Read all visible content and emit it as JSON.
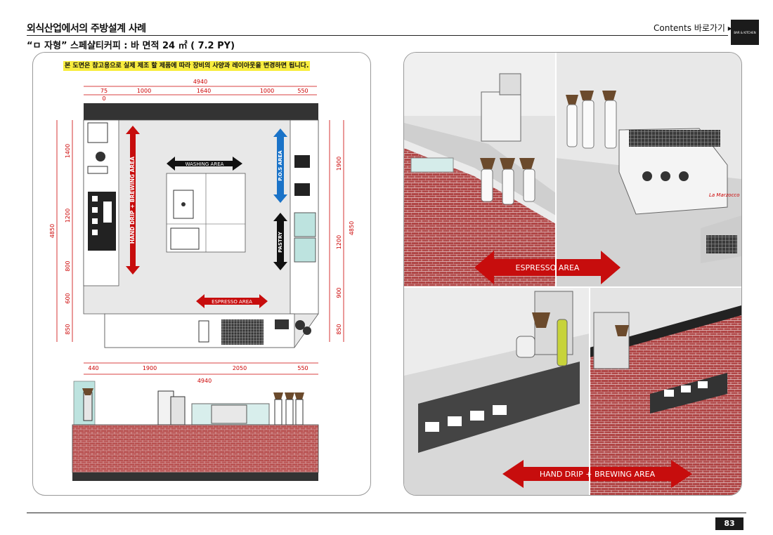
{
  "header": {
    "title": "외식산업에서의 주방설계 사례",
    "subtitle": "“ㅁ 자형” 스페샬티커피 : 바 면적 24 ㎡ ( 7.2 PY)",
    "contents_link": "Contents 바로가기 ▸",
    "logo_text": "BAR & KITCHEN"
  },
  "plan": {
    "note": "본 도면은 참고용으로 실제 제조 할 제품에 따라 장비의 사양과 레이아웃을 변경하면 됩니다.",
    "top_total": "4940",
    "top_dims": [
      "75",
      "1000",
      "1640",
      "1000",
      "550"
    ],
    "top_zero": "0",
    "bottom_dims": [
      "440",
      "1900",
      "2050",
      "550"
    ],
    "bottom_total": "4940",
    "left_total": "4850",
    "left_dims": [
      "1400",
      "1200",
      "800",
      "600",
      "850"
    ],
    "right_total": "4850",
    "right_dims": [
      "1900",
      "1200",
      "900",
      "850"
    ],
    "areas": {
      "washing": "WASHING AREA",
      "pos": "P.O.S AREA",
      "hand_drip": "HAND DRIP + BREWING AREA",
      "pastry": "PASTRY",
      "espresso": "ESPRESSO AREA"
    }
  },
  "renders": {
    "espresso_label": "ESPRESSO AREA",
    "hand_drip_label": "HAND DRIP + BREWING AREA",
    "machine_brand": "La Marzocco"
  },
  "colors": {
    "red": "#c70d0d",
    "blue": "#1a73c8",
    "black": "#111111",
    "brick": "#b84a4a"
  },
  "page_number": "83"
}
